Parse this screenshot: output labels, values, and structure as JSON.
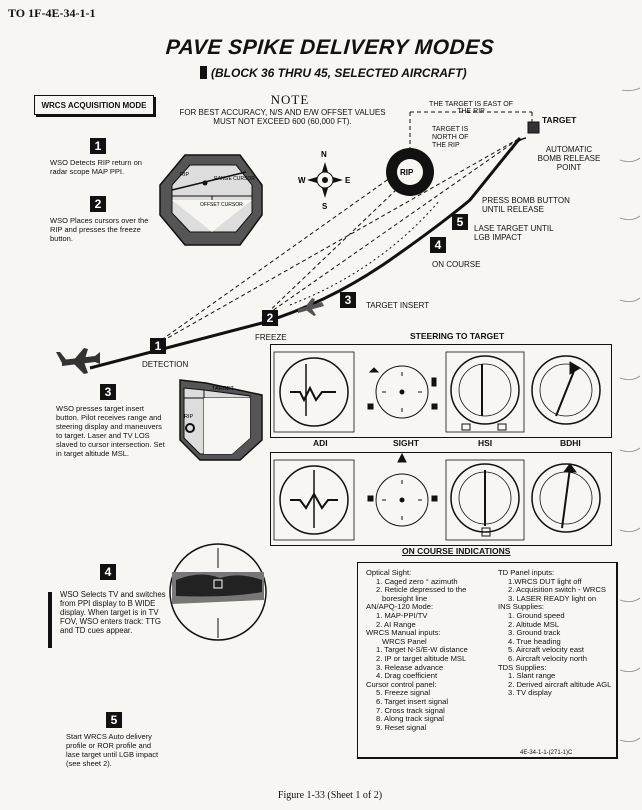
{
  "header": "TO 1F-4E-34-1-1",
  "title": "PAVE SPIKE DELIVERY MODES",
  "subtitle": "(BLOCK 36 THRU 45, SELECTED AIRCRAFT)",
  "note": {
    "heading": "NOTE",
    "text": "FOR BEST ACCURACY, N/S AND E/W OFFSET VALUES MUST NOT EXCEED 600 (60,000 FT)."
  },
  "mode_box": "WRCS ACQUISITION MODE",
  "steps": {
    "s1": "WSO Detects RIP return on radar scope MAP PPI.",
    "s2": "WSO Places cursors over the RIP and presses the freeze button.",
    "s3": "WSO presses target insert button. Pilot receives range and steering display and maneuvers to target. Laser and TV LOS slaved to cursor intersection. Set in target altitude MSL.",
    "s4": "WSO Selects TV and switches from PPI display to B WIDE display. When target is in TV FOV, WSO enters track: TTG and TD cues appear.",
    "s5": "Start WRCS Auto delivery profile or ROR profile and lase target until LGB impact (see sheet 2)."
  },
  "radar_labels": {
    "rip": "RIP",
    "range_cursor": "RANGE CURSOR",
    "offset_cursor": "OFFSET CURSOR",
    "target": "TARGET",
    "rip2": "RIP"
  },
  "compass": {
    "n": "N",
    "s": "S",
    "e": "E",
    "w": "W"
  },
  "flight": {
    "rip": "RIP",
    "target": "TARGET",
    "target_east": "THE TARGET IS EAST OF THE RIP",
    "target_north": "TARGET IS NORTH OF THE RIP",
    "auto_release": "AUTOMATIC BOMB RELEASE POINT",
    "press_bomb": "PRESS BOMB BUTTON UNTIL RELEASE",
    "lase_target": "LASE TARGET UNTIL LGB IMPACT",
    "on_course": "ON COURSE",
    "target_insert": "TARGET INSERT",
    "freeze": "FREEZE",
    "detection": "DETECTION"
  },
  "panels": {
    "steering_title": "STEERING TO TARGET",
    "oncourse_title": "ON COURSE INDICATIONS",
    "labels": [
      "ADI",
      "SIGHT",
      "HSI",
      "BDHI"
    ]
  },
  "legend": {
    "left": [
      "Optical Sight:",
      "1. Caged zero ° azimuth",
      "2. Reticle depressed to the",
      "boresight line",
      "AN/APQ-120 Mode:",
      "1. MAP-PPI/TV",
      "2. AI Range",
      "WRCS Manual inputs:",
      "WRCS Panel",
      "1. Target N-S/E-W distance",
      "2. IP or target altitude MSL",
      "3. Release advance",
      "4. Drag coefficient",
      "Cursor control panel:",
      "5. Freeze signal",
      "6. Target insert signal",
      "7. Cross track signal",
      "8. Along track signal",
      "9. Reset signal"
    ],
    "right": [
      "TD Panel inputs:",
      "1.WRCS DUT light off",
      "2. Acquisition switch - WRCS",
      "3. LASER READY light on",
      "INS Supplies:",
      "1. Ground speed",
      "2. Altitude MSL",
      "3. Ground track",
      "4. True heading",
      "5. Aircraft velocity east",
      "6. Aircraft velocity north",
      "TDS Supplies:",
      "1. Slant range",
      "2. Derived aircraft altitude AGL",
      "3. TV display"
    ]
  },
  "ref_code": "4E-34-1-1-(271-1)C",
  "figure_caption": "Figure 1-33 (Sheet 1 of 2)"
}
